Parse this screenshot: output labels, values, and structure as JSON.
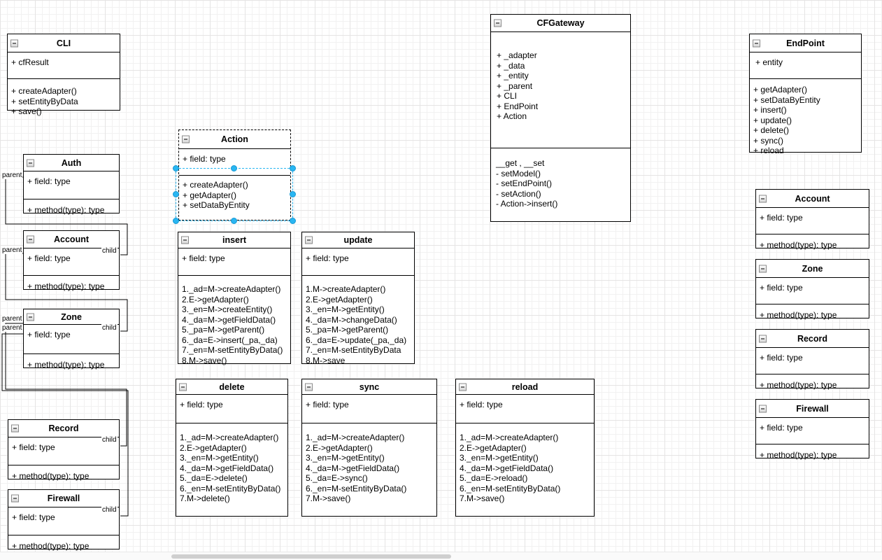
{
  "ui": {
    "selection_color": "#29b6f2",
    "edge_color": "#000000",
    "collapse_icon": "minus-square"
  },
  "labels": {
    "parent": "parent",
    "child": "child"
  },
  "boxes": {
    "cli": {
      "title": "CLI",
      "fields": [
        "+ cfResult"
      ],
      "methods": [
        "+ createAdapter()",
        "+ setEntityByData",
        "+ save()"
      ]
    },
    "auth": {
      "title": "Auth",
      "fields": [
        "+ field: type"
      ],
      "methods": [
        "+ method(type): type"
      ]
    },
    "account_left": {
      "title": "Account",
      "fields": [
        "+ field: type"
      ],
      "methods": [
        "+ method(type): type"
      ]
    },
    "zone_left": {
      "title": "Zone",
      "fields": [
        "+ field: type"
      ],
      "methods": [
        "+ method(type): type"
      ]
    },
    "record_left": {
      "title": "Record",
      "fields": [
        "+ field: type"
      ],
      "methods": [
        "+ method(type): type"
      ]
    },
    "firewall_left": {
      "title": "Firewall",
      "fields": [
        "+ field: type"
      ],
      "methods": [
        "+ method(type): type"
      ]
    },
    "action": {
      "title": "Action",
      "fields": [
        "+ field: type"
      ],
      "methods": [
        "+ createAdapter()",
        "+ getAdapter()",
        "+ setDataByEntity"
      ]
    },
    "insert": {
      "title": "insert",
      "fields": [
        "+ field: type"
      ],
      "methods": [
        "1._ad=M->createAdapter()",
        "2.E->getAdapter()",
        "3._en=M->createEntity()",
        "4._da=M->getFieldData()",
        "5._pa=M->getParent()",
        "6._da=E->insert(_pa,_da)",
        "7._en=M-setEntityByData()",
        "8.M->save()"
      ]
    },
    "update": {
      "title": "update",
      "fields": [
        "+ field: type"
      ],
      "methods": [
        "1.M->createAdapter()",
        "2.E->getAdapter()",
        "3._en=M->getEntity()",
        "4._da=M->changeData()",
        "5._pa=M->getParent()",
        "6._da=E->update(_pa,_da)",
        "7._en=M-setEntityByData",
        "8.M->save"
      ]
    },
    "delete": {
      "title": "delete",
      "fields": [
        "+ field: type"
      ],
      "methods": [
        "1._ad=M->createAdapter()",
        "2.E->getAdapter()",
        "3._en=M->getEntity()",
        "4._da=M->getFieldData()",
        "5._da=E->delete()",
        "6._en=M-setEntityByData()",
        "7.M->delete()"
      ]
    },
    "sync": {
      "title": "sync",
      "fields": [
        "+ field: type"
      ],
      "methods": [
        "1._ad=M->createAdapter()",
        "2.E->getAdapter()",
        "3._en=M->getEntity()",
        "4._da=M->getFieldData()",
        "5._da=E->sync()",
        "6._en=M-setEntityByData()",
        "7.M->save()"
      ]
    },
    "reload": {
      "title": "reload",
      "fields": [
        "+ field: type"
      ],
      "methods": [
        "1._ad=M->createAdapter()",
        "2.E->getAdapter()",
        "3._en=M->getEntity()",
        "4._da=M->getFieldData()",
        "5._da=E->reload()",
        "6._en=M-setEntityByData()",
        "7.M->save()"
      ]
    },
    "cfgateway": {
      "title": "CFGateway",
      "fields": [
        "+ _adapter",
        "+ _data",
        "+ _entity",
        "+ _parent",
        "+ CLI",
        "+ EndPoint",
        "+ Action"
      ],
      "methods": [
        "__get , __set",
        "- setModel()",
        "- setEndPoint()",
        "- setAction()",
        "- Action->insert()"
      ]
    },
    "endpoint": {
      "title": "EndPoint",
      "fields": [
        "+ entity"
      ],
      "methods": [
        "+ getAdapter()",
        "+ setDataByEntity",
        "+ insert()",
        "+ update()",
        "+ delete()",
        "+ sync()",
        "+ reload"
      ]
    },
    "account_right": {
      "title": "Account",
      "fields": [
        "+ field: type"
      ],
      "methods": [
        "+ method(type): type"
      ]
    },
    "zone_right": {
      "title": "Zone",
      "fields": [
        "+ field: type"
      ],
      "methods": [
        "+ method(type): type"
      ]
    },
    "record_right": {
      "title": "Record",
      "fields": [
        "+ field: type"
      ],
      "methods": [
        "+ method(type): type"
      ]
    },
    "firewall_right": {
      "title": "Firewall",
      "fields": [
        "+ field: type"
      ],
      "methods": [
        "+ method(type): type"
      ]
    }
  }
}
